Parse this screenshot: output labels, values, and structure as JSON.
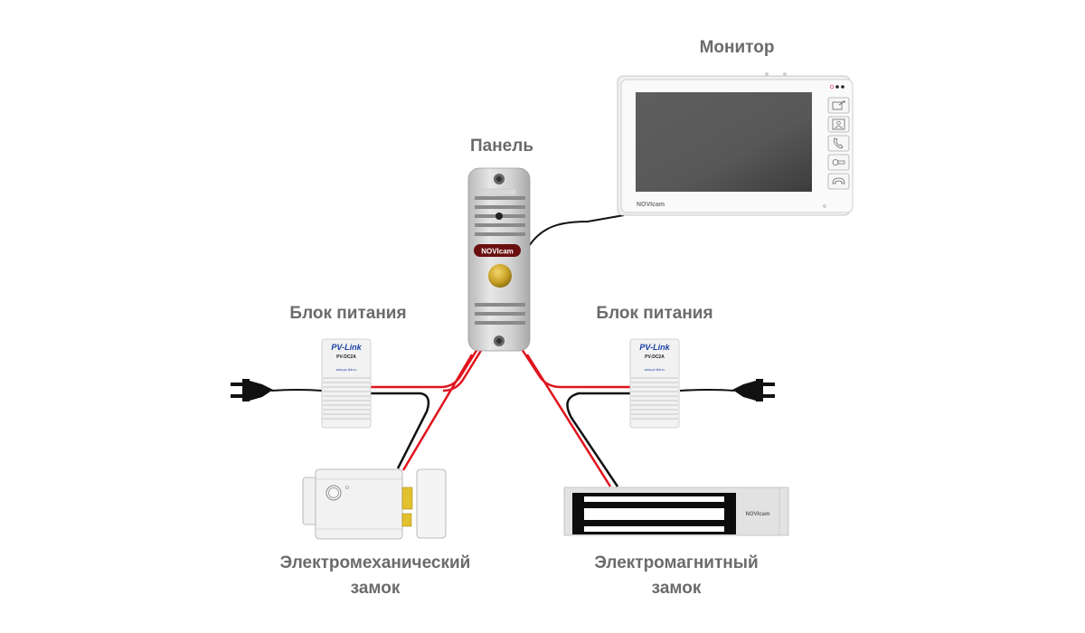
{
  "labels": {
    "monitor": "Монитор",
    "panel": "Панель",
    "psu_left": "Блок питания",
    "psu_right": "Блок питания",
    "lock_mech_line1": "Электромеханический",
    "lock_mech_line2": "замок",
    "lock_mag_line1": "Электромагнитный",
    "lock_mag_line2": "замок"
  },
  "devices": {
    "monitor": {
      "brand": "NOVIcam",
      "buttons": [
        "screen-switch-icon",
        "contact-card-icon",
        "phone-icon",
        "key-icon",
        "hangup-icon"
      ]
    },
    "panel": {
      "brand": "NOVIcam"
    },
    "psu": {
      "brand": "PV-Link",
      "model": "PV-DC2A",
      "url": "www.pv-link.ru"
    },
    "maglock": {
      "brand": "NOVIcam"
    }
  },
  "colors": {
    "label_text": "#6b6b6b",
    "wire_red": "#e0141e",
    "wire_black": "#111111",
    "device_white": "#f4f4f4",
    "device_border": "#bdbdbd",
    "screen": "#5a5a5a",
    "psu_brand": "#1a3fa6",
    "panel_logo_bg": "#6a0f0f",
    "panel_button": "#c9a227"
  }
}
